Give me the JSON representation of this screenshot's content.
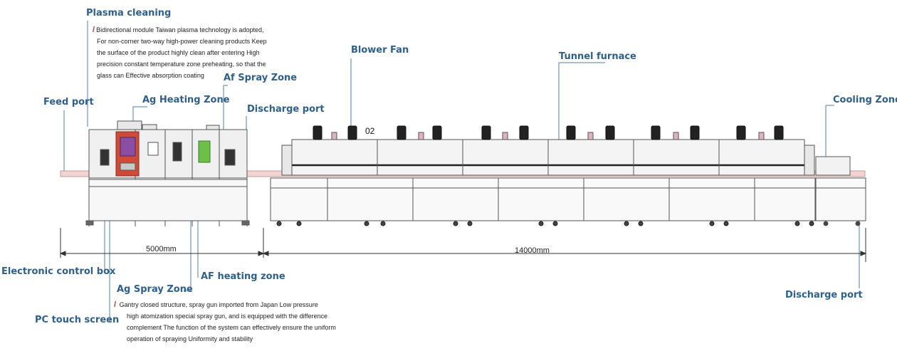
{
  "callouts": {
    "plasma_cleaning": "Plasma cleaning",
    "feed_port": "Feed port",
    "ag_heating_zone": "Ag Heating Zone",
    "af_spray_zone": "Af Spray Zone",
    "discharge_port_top": "Discharge port",
    "blower_fan": "Blower Fan",
    "tunnel_furnace": "Tunnel furnace",
    "cooling_zone": "Cooling Zone",
    "electronic_control_box": "Electronic control box",
    "ag_spray_zone": "Ag Spray Zone",
    "af_heating_zone": "AF heating zone",
    "pc_touch_screen": "PC touch screen",
    "discharge_port_bottom": "Discharge port"
  },
  "notes": {
    "plasma": [
      "Bidirectional module Taiwan plasma technology is adopted,",
      "For non-corner two-way high-power cleaning products Keep",
      "the surface of the product highly clean after entering High",
      "precision constant temperature zone preheating, so that the",
      "glass can Effective absorption coating"
    ],
    "spray": [
      "Gantry closed structure, spray gun imported from Japan Low pressure",
      "high atomization special spray gun, and is equipped with the difference",
      "complement The function of the system can effectively ensure the uniform",
      "operation of spraying Uniformity and stability"
    ]
  },
  "dimensions": {
    "left": "5000mm",
    "right": "14000mm"
  },
  "furnace_tag": "02",
  "colors": {
    "callout": "#2d5f8f",
    "leader": "#4f7fae",
    "accent_red": "#c0392b",
    "machine_line": "#555555",
    "purple_panel": "#8a4fa3",
    "green_panel": "#6cc04a",
    "rail": "#e5b8b0"
  }
}
